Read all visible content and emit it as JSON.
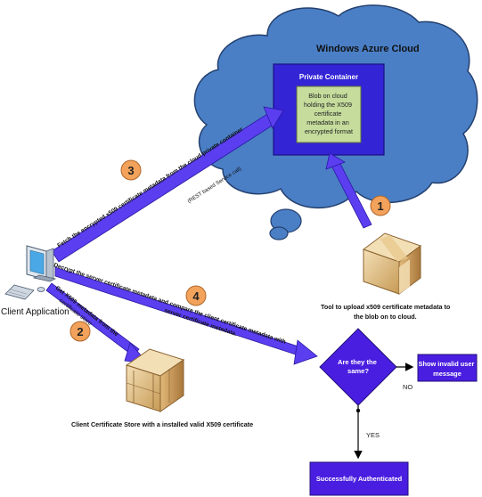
{
  "cloud": {
    "title": "Windows Azure Cloud",
    "container_title": "Private Container",
    "blob_lines": [
      "Blob on cloud",
      "holding the X509",
      "certificate",
      "metadata in an",
      "encrypted format"
    ]
  },
  "client": {
    "label": "Client Application"
  },
  "steps": {
    "s1": "1",
    "s2": "2",
    "s3": "3",
    "s4": "4"
  },
  "arrows": {
    "fetch_line1": "Fetch the encrypted x509 certificate metadata from the cloud private container",
    "fetch_line2": "(REST based Service call)",
    "decrypt_line1": "Decrypt the server certificate metadata and compare the client certificate metadata with",
    "decrypt_line2": "server certificate metadata.",
    "get_line1": "Get X509 metadata from the",
    "get_line2": "certificate store"
  },
  "tool": {
    "lines": [
      "Tool to upload x509 certificate metadata to",
      "the blob on to cloud."
    ]
  },
  "store": {
    "label": "Client Certificate Store with a installed  valid X509 certificate"
  },
  "decision": {
    "lines": [
      "Are they the",
      "same?"
    ],
    "no_label": "NO",
    "yes_label": "YES"
  },
  "invalid": {
    "lines": [
      "Show invalid user",
      "message"
    ]
  },
  "success": {
    "label": "Successfully Authenticated"
  },
  "colors": {
    "cloud_fill": "#4a7fc6",
    "cloud_stroke": "#24406e",
    "container_fill": "#3324d6",
    "blob_fill": "#c5dc9c",
    "arrow_fill": "#5a3ef0",
    "step_fill": "#f2a25a",
    "box_fill": "#4a1ee0"
  }
}
